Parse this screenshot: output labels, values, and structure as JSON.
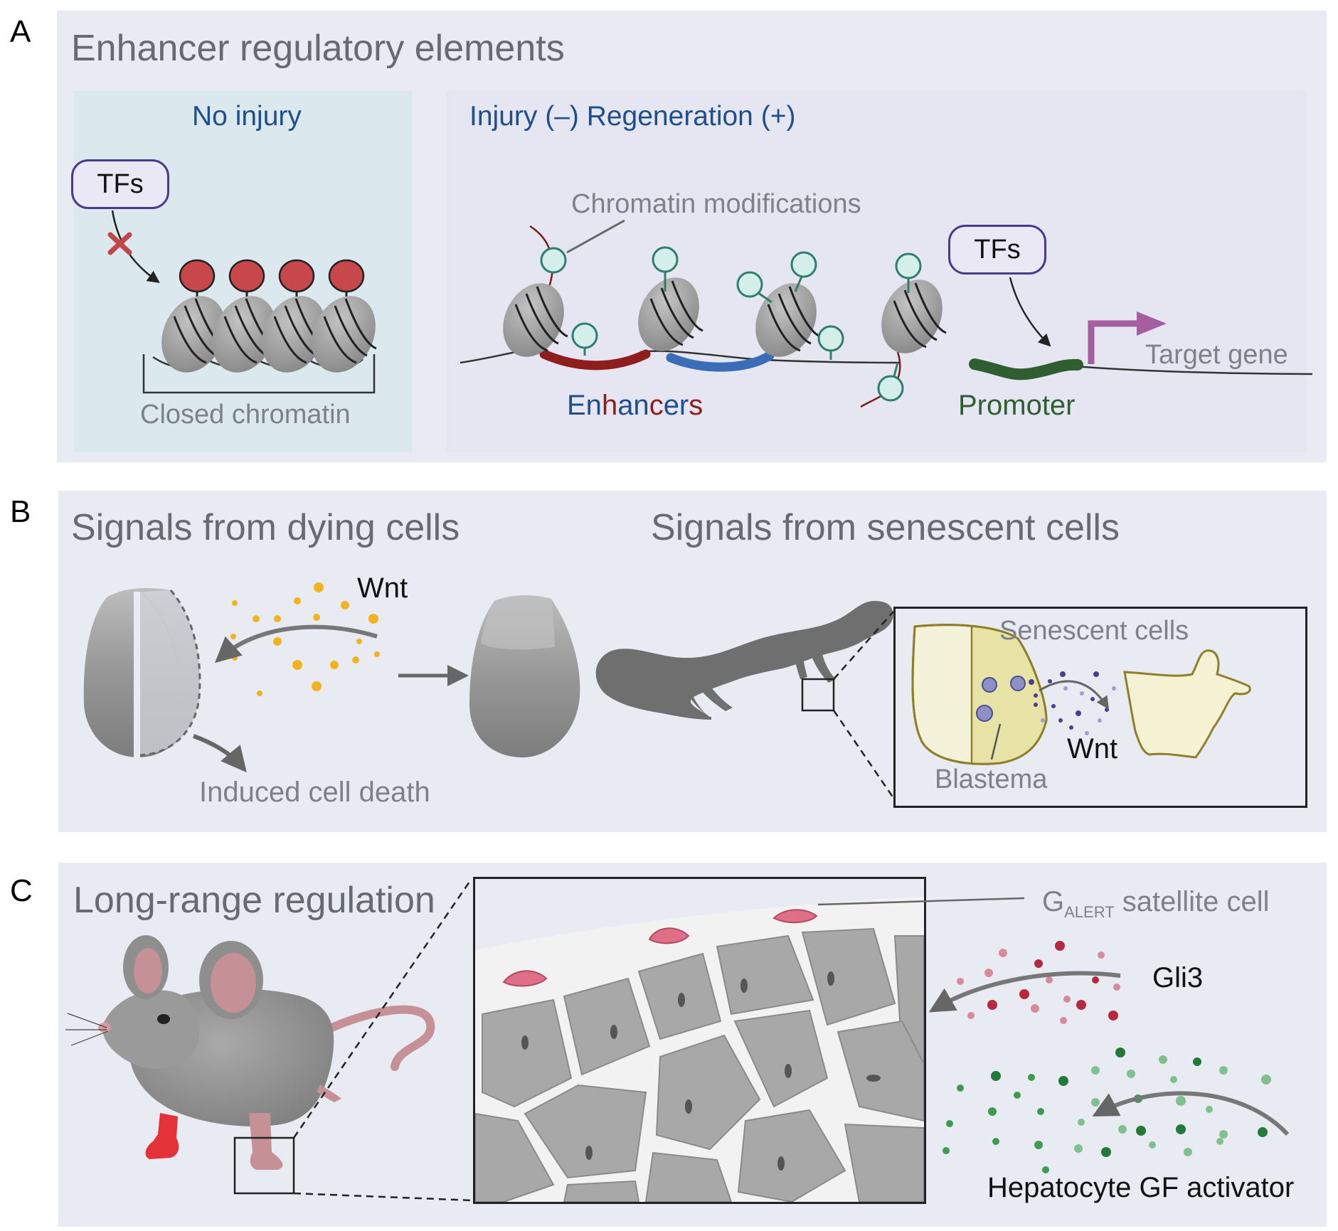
{
  "panel_a": {
    "letter": "A",
    "title": "Enhancer regulatory elements",
    "no_injury": {
      "heading": "No injury",
      "tfs": "TFs",
      "closed_chromatin": "Closed chromatin"
    },
    "injury": {
      "heading": "Injury (–) Regeneration (+)",
      "chromatin_modifications": "Chromatin modifications",
      "tfs": "TFs",
      "enhancers_parts": [
        "En",
        "h",
        "an",
        "c",
        "er",
        "s"
      ],
      "promoter": "Promoter",
      "target_gene": "Target gene"
    }
  },
  "panel_b": {
    "letter": "B",
    "title_dying": "Signals from dying cells",
    "title_senescent": "Signals from senescent cells",
    "wnt": "Wnt",
    "induced_cell_death": "Induced cell death",
    "inset": {
      "senescent_cells": "Senescent cells",
      "wnt": "Wnt",
      "blastema": "Blastema"
    }
  },
  "panel_c": {
    "letter": "C",
    "title": "Long-range regulation",
    "galert_main": "G",
    "galert_sub": "ALERT",
    "galert_rest": " satellite cell",
    "gli3": "Gli3",
    "hgf": "Hepatocyte GF activator"
  },
  "colors": {
    "panel_bg": "#e8ebf1",
    "no_injury_bg": "#dbe9ee",
    "injury_bg": "#e6e6f2",
    "heading_blue": "#1f4e8c",
    "enhancer_red": "#8e1d1d",
    "enhancer_blue": "#3a6cb7",
    "promoter_green": "#2f5e30",
    "arrow_purple": "#a35fa0",
    "tf_border": "#4b3a8c",
    "methyl_red": "#c8474a",
    "mark_teal": "#2e7d6e",
    "wnt_yellow": "#f2b41e",
    "blastema_fill": "#f4f2d2",
    "satellite_pink": "#de6f86",
    "gli3_red": "#b5283e",
    "hgf_green": "#3d9a50"
  }
}
